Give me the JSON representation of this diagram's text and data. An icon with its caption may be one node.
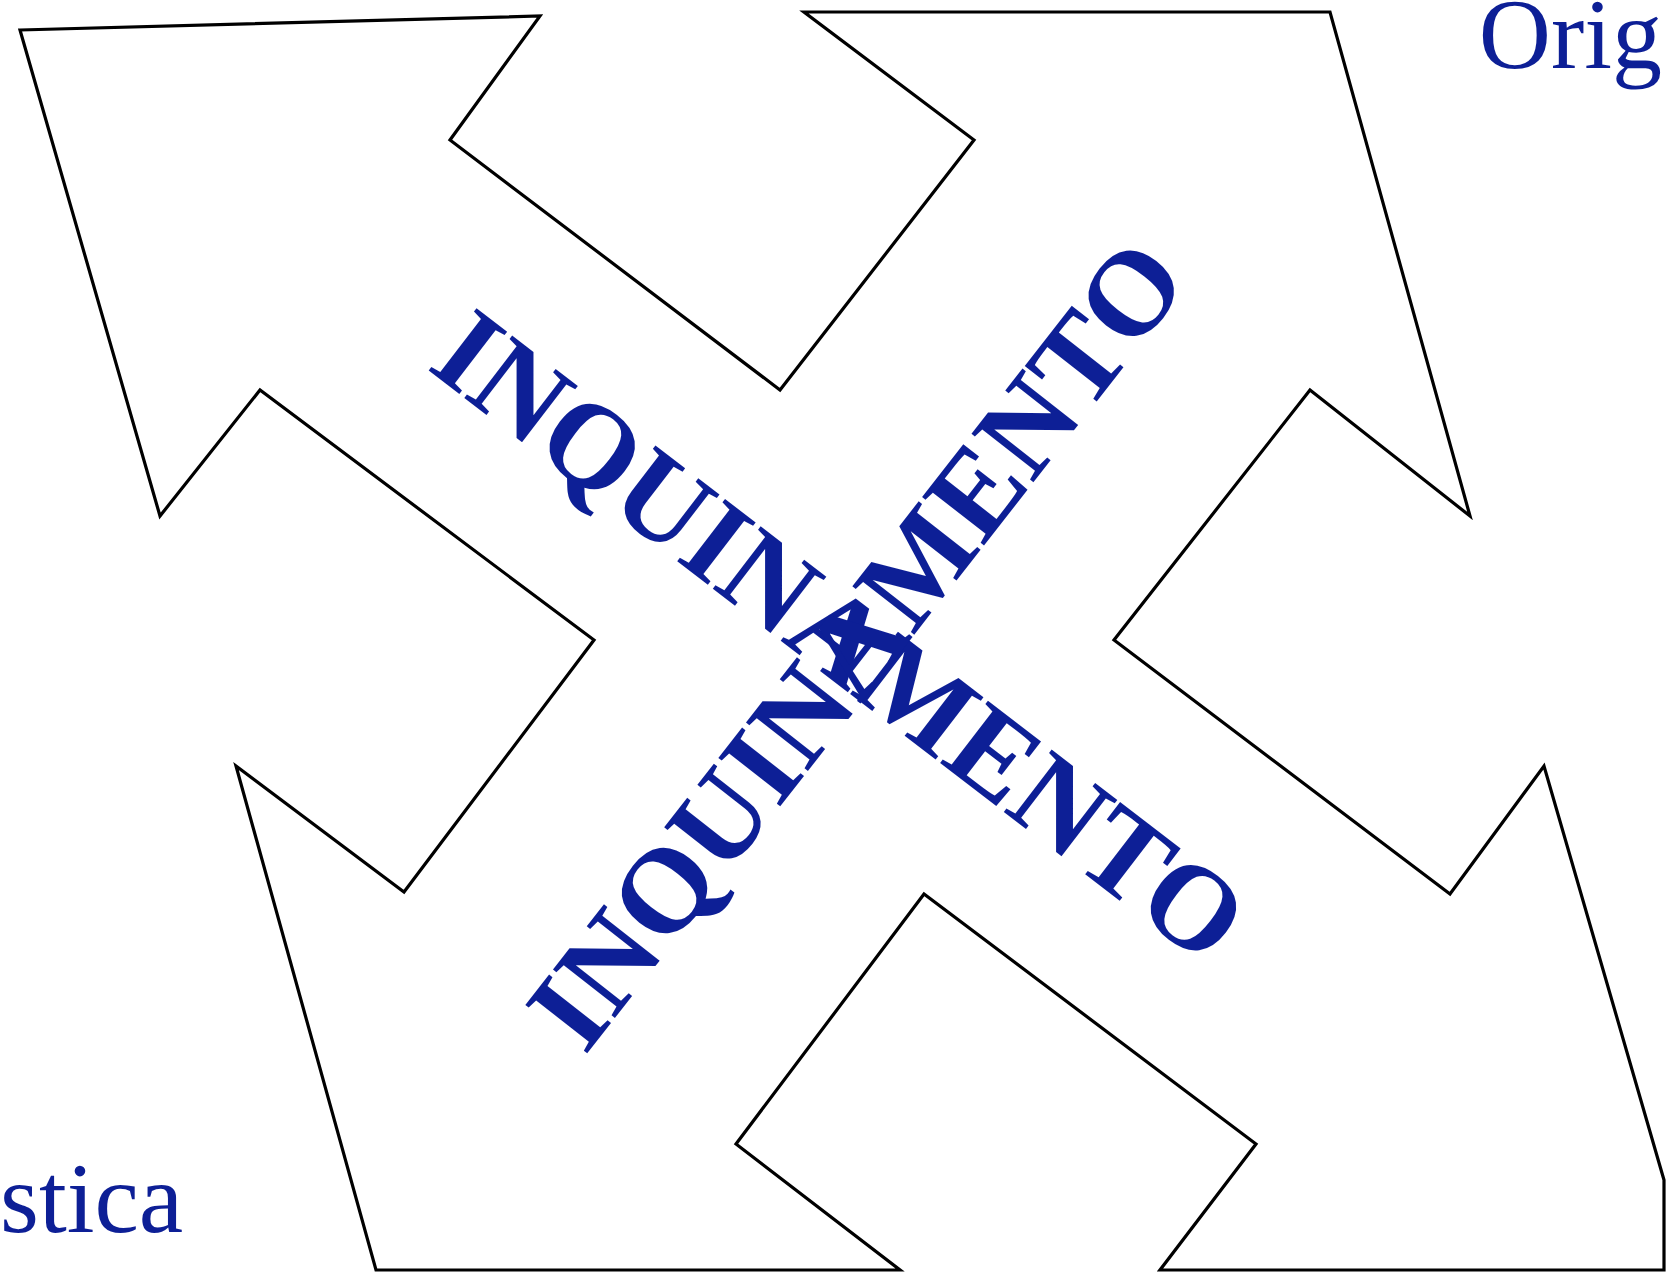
{
  "diagram": {
    "nodes": [
      {
        "text": [
          "INQUINAMENTO",
          "INQUINAMENTO"
        ]
      }
    ],
    "labels": [
      "Orig",
      "stica"
    ]
  }
}
